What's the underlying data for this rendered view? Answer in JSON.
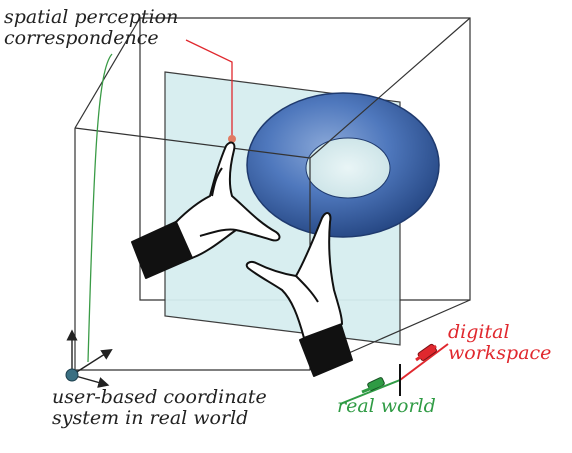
{
  "labels": {
    "spatial": [
      "spatial perception",
      "correspondence"
    ],
    "user_coord": [
      "user-based coordinate",
      "system in real world"
    ],
    "digital": [
      "digital",
      "workspace"
    ],
    "real": "real world"
  },
  "colors": {
    "digital": "#e0282e",
    "real": "#2f9b44",
    "callout_green": "#3a9b46",
    "plane_fill": "#d6eef0",
    "torus": "#3d63a6",
    "box_edges": "#333333",
    "text": "#222222"
  },
  "icons": [
    "left-hand-icon",
    "right-hand-icon",
    "torus-icon",
    "red-pin-icon",
    "green-pin-icon",
    "origin-dot-icon"
  ]
}
